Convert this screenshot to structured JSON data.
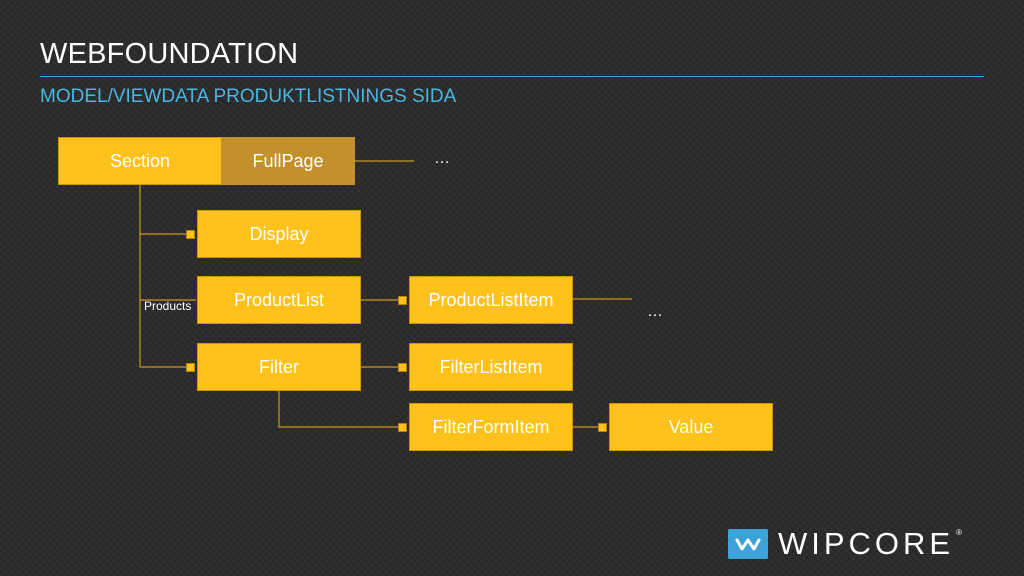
{
  "slide": {
    "title": "WEBFOUNDATION",
    "subtitle": "MODEL/VIEWDATA PRODUKTLISTNINGS SIDA"
  },
  "diagram": {
    "nodes": {
      "section": "Section",
      "fullpage": "FullPage",
      "display": "Display",
      "productlist": "ProductList",
      "productlistitem": "ProductListItem",
      "filter": "Filter",
      "filterlistitem": "FilterListItem",
      "filterformitem": "FilterFormItem",
      "value": "Value"
    },
    "edge_labels": {
      "products": "Products"
    },
    "ellipsis_top": "…",
    "ellipsis_productlistitem": "…"
  },
  "logo": {
    "text": "WIPCORE",
    "mark": "w",
    "registered": "®"
  },
  "colors": {
    "box_fill": "#ffc21a",
    "box_dark_fill": "#c2912b",
    "line": "#c9961e",
    "accent_blue": "#3aa7d6"
  }
}
